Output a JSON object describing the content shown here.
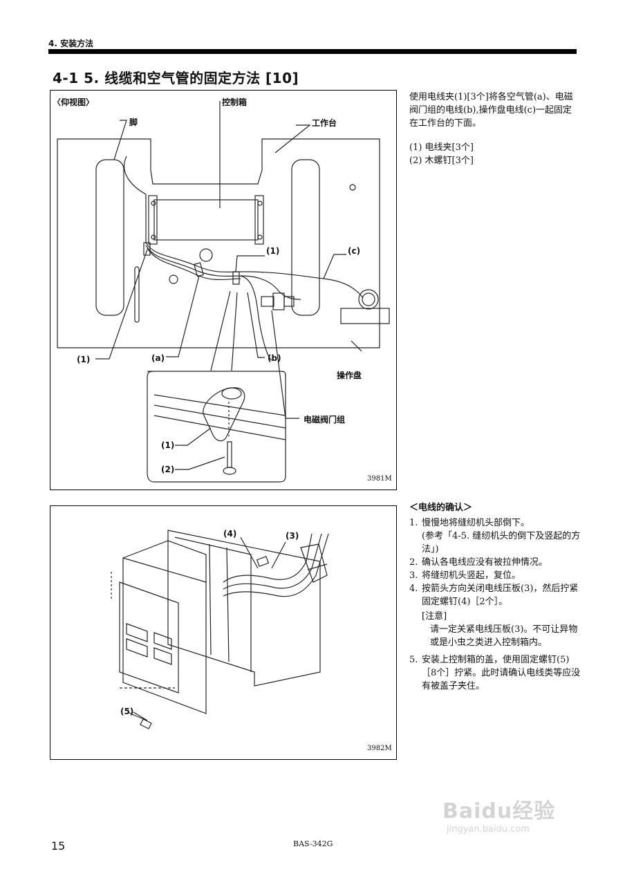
{
  "chapter": "4. 安装方法",
  "section_title": "4-1 5. 线缆和空气管的固定方法 [10]",
  "figure1": {
    "view_label": "〈仰视图〉",
    "labels": {
      "foot": "脚",
      "control_box": "控制箱",
      "table": "工作台",
      "clamp1_top": "(1)",
      "c_cable": "(c)",
      "clamp1_left": "(1)",
      "a_tube": "(a)",
      "b_cable": "(b)",
      "panel": "操作盘",
      "valve": "电磁阀门组",
      "detail_clamp": "(1)",
      "detail_screw": "(2)"
    },
    "code": "3981M"
  },
  "figure2": {
    "labels": {
      "l4": "(4)",
      "l3": "(3)",
      "l5": "(5)"
    },
    "code": "3982M"
  },
  "right": {
    "para1": "使用电线夹(1)[3个]将各空气管(a)、电磁阀门组的电线(b),操作盘电线(c)一起固定在工作台的下面。",
    "items": [
      "(1) 电线夹[3个]",
      "(2) 木螺钉[3个]"
    ],
    "check_heading": "＜电线的确认＞",
    "steps": [
      {
        "n": "1.",
        "text": "慢慢地将缝纫机头部倒下。"
      },
      {
        "n": "",
        "text": "(参考「4-5. 缝纫机头的倒下及竖起的方法」)"
      },
      {
        "n": "2.",
        "text": "确认各电线应没有被拉伸情况。"
      },
      {
        "n": "3.",
        "text": "将缝纫机头竖起，复位。"
      },
      {
        "n": "4.",
        "text": "按箭头方向关闭电线压板(3)，然后拧紧固定螺钉(4)［2个］。"
      }
    ],
    "note_heading": "[注意]",
    "note_text": "请一定关紧电线压板(3)。不可让异物或是小虫之类进入控制箱内。",
    "step5_n": "5.",
    "step5_text": "安装上控制箱的盖，使用固定螺钉(5)［8个］拧紧。此时请确认电线类等应没有被盖子夹住。"
  },
  "footer": {
    "page_number": "15",
    "model": "BAS-342G"
  },
  "watermark": {
    "brand": "Baidu经验",
    "url": "jingyan.baidu.com"
  }
}
